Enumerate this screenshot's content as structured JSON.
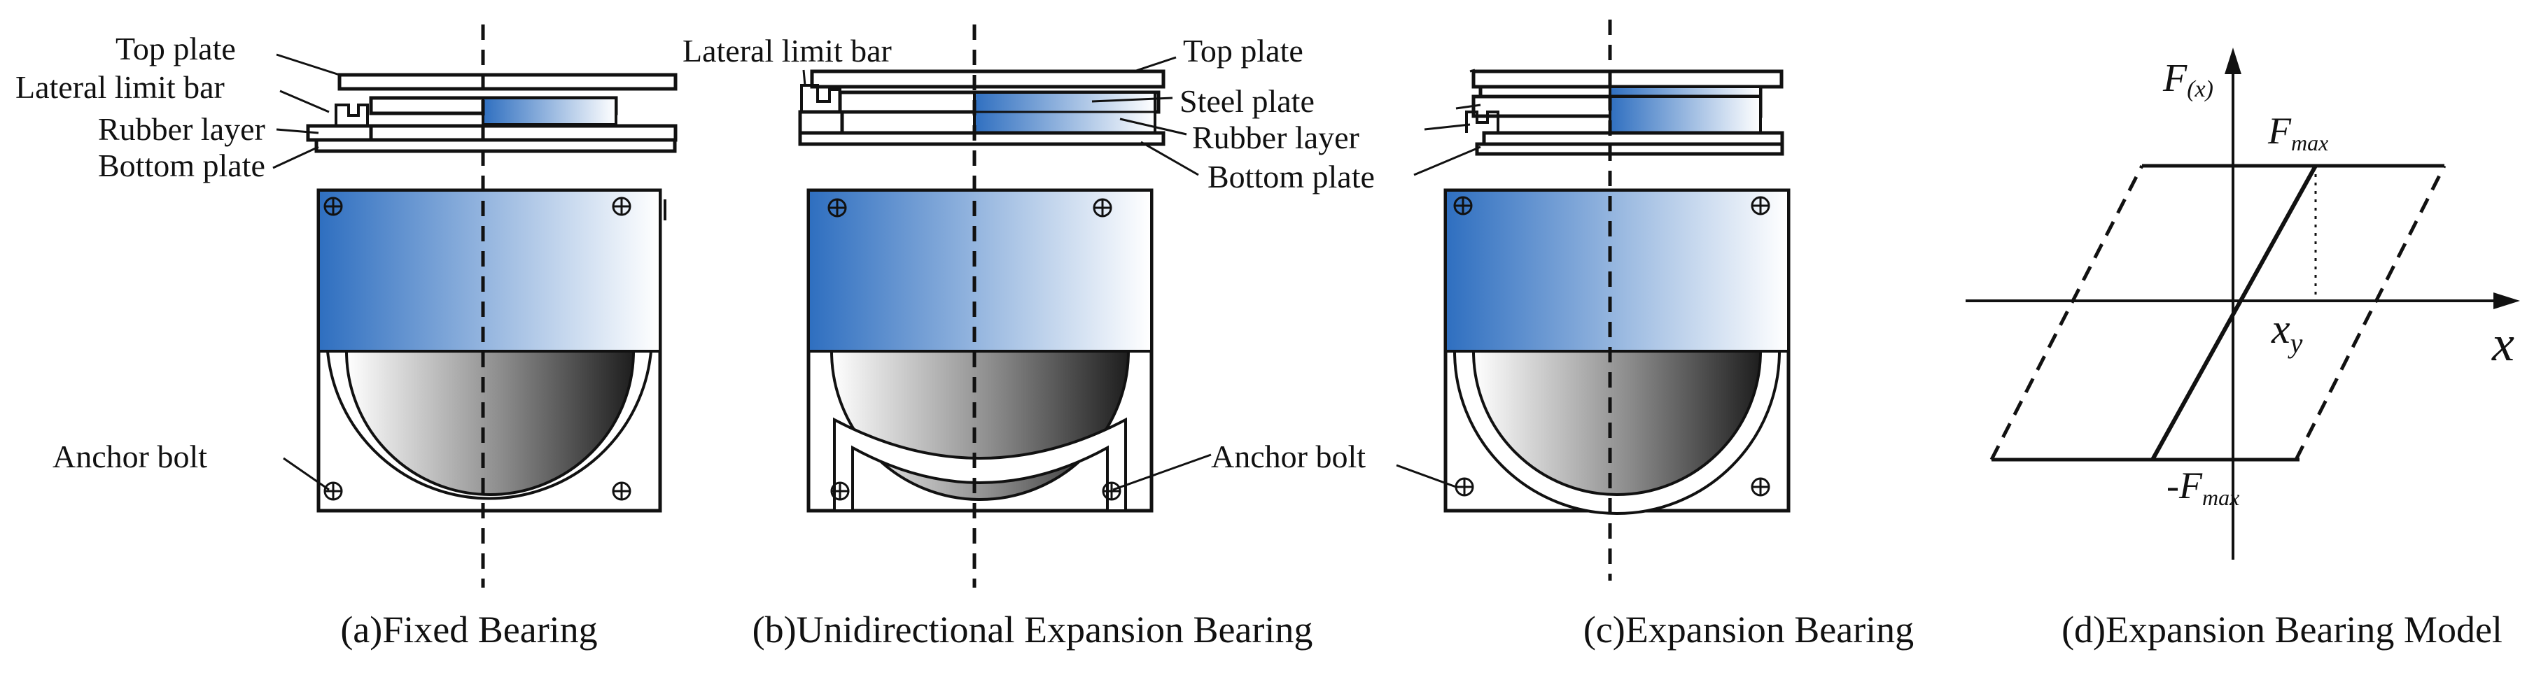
{
  "panels": {
    "a": {
      "caption": "(a)Fixed Bearing",
      "labels": {
        "top_plate": "Top plate",
        "lateral_limit_bar": "Lateral limit bar",
        "rubber_layer": "Rubber layer",
        "bottom_plate": "Bottom plate",
        "anchor_bolt": "Anchor bolt"
      }
    },
    "b": {
      "caption": "(b)Unidirectional Expansion Bearing",
      "labels": {
        "lateral_limit_bar": "Lateral limit bar",
        "top_plate": "Top plate",
        "steel_plate": "Steel plate",
        "rubber_layer": "Rubber layer",
        "bottom_plate": "Bottom plate",
        "anchor_bolt": "Anchor bolt"
      }
    },
    "c": {
      "caption": "(c)Expansion Bearing"
    },
    "d": {
      "caption": "(d)Expansion Bearing Model",
      "y_axis": {
        "main": "F",
        "sub": "(x)"
      },
      "x_axis": "x",
      "f_max": {
        "main": "F",
        "sub": "max"
      },
      "neg_f_max": {
        "prefix": "-",
        "main": "F",
        "sub": "max"
      },
      "x_y": {
        "main": "x",
        "sub": "y"
      }
    }
  },
  "colors": {
    "blue_dark": "#2f6fc0",
    "blue_light": "#ffffff",
    "gray_dark": "#2a2a2a",
    "gray_light": "#ffffff",
    "stroke": "#111111"
  }
}
